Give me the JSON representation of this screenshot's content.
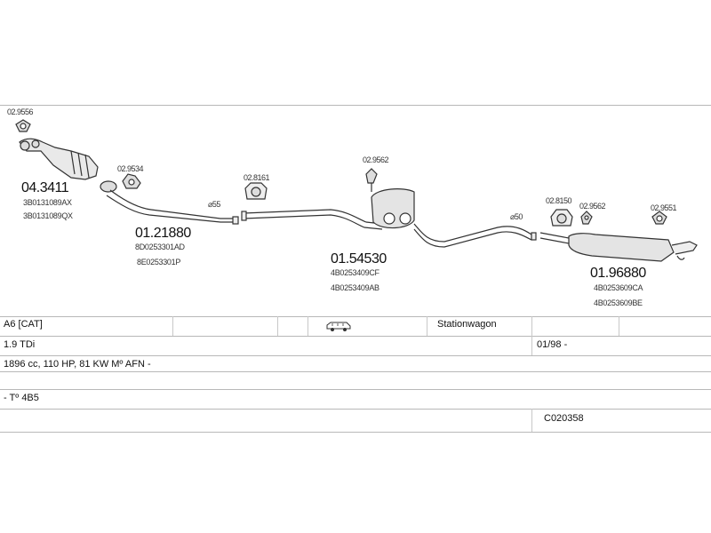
{
  "parts": {
    "clamp_1": {
      "number": "02.9556"
    },
    "cat": {
      "number": "04.3411",
      "oem": [
        "3B0131089AX",
        "3B0131089QX"
      ]
    },
    "clamp_2": {
      "number": "02.9534"
    },
    "front_pipe": {
      "number": "01.21880",
      "oem": [
        "8D0253301AD",
        "8E0253301P"
      ]
    },
    "diam_1": {
      "label": "⌀55"
    },
    "clamp_3": {
      "number": "02.8161"
    },
    "clamp_4": {
      "number": "02.9562"
    },
    "middle_silencer": {
      "number": "01.54530",
      "oem": [
        "4B0253409CF",
        "4B0253409AB"
      ]
    },
    "diam_2": {
      "label": "⌀50"
    },
    "clamp_5": {
      "number": "02.8150"
    },
    "clamp_6": {
      "number": "02.9562"
    },
    "clamp_7": {
      "number": "02.9551"
    },
    "rear_silencer": {
      "number": "01.96880",
      "oem": [
        "4B0253609CA",
        "4B0253609BE"
      ]
    }
  },
  "table": {
    "model": "A6  [CAT]",
    "vehicle_icon": "car-icon",
    "body": "Stationwagon",
    "engine": "1.9 TDi",
    "date": "01/98 -",
    "specs": "1896 cc, 110 HP, 81 KW Mº AFN -",
    "type": "- Tº 4B5",
    "code": "C020358"
  }
}
